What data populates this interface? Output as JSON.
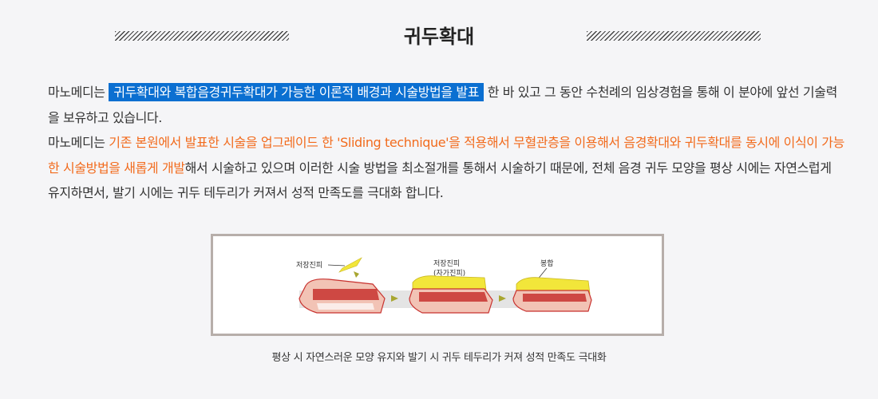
{
  "section": {
    "title": "귀두확대"
  },
  "paragraphs": {
    "p1_prefix": "마노메디는 ",
    "p1_highlight": "귀두확대와 복합음경귀두확대가 가능한 이론적 배경과 시술방법을 발표",
    "p1_suffix": " 한 바 있고 그 동안 수천례의 임상경험을 통해 이 분야에 앞선 기술력을 보유하고 있습니다.",
    "p2_prefix": "마노메디는 ",
    "p2_highlight": "기존 본원에서 발표한 시술을 업그레이드 한 'Sliding technique'을 적용해서 무혈관층을 이용해서 음경확대와 귀두확대를 동시에 이식이 가능한 시술방법을 새롭게 개발",
    "p2_suffix": "해서 시술하고 있으며 이러한 시술 방법을 최소절개를 통해서 시술하기 때문에, 전체 음경 귀두 모양을 평상 시에는 자연스럽게 유지하면서, 발기 시에는 귀두 테두리가 커져서 성적 만족도를 극대화 합니다."
  },
  "figure": {
    "label_1": "저장진피",
    "label_2a": "저장진피",
    "label_2b": "(자가진피)",
    "label_3": "봉합",
    "caption": "평상 시 자연스러운 모양 유지와 발기 시 귀두 테두리가 커져 성적 만족도 극대화"
  },
  "colors": {
    "highlight_blue": "#0b6fd1",
    "highlight_orange": "#f26b1d",
    "graft_yellow": "#f2e63a",
    "tissue_red": "#c8322f",
    "arrow_olive": "#a8a630"
  }
}
